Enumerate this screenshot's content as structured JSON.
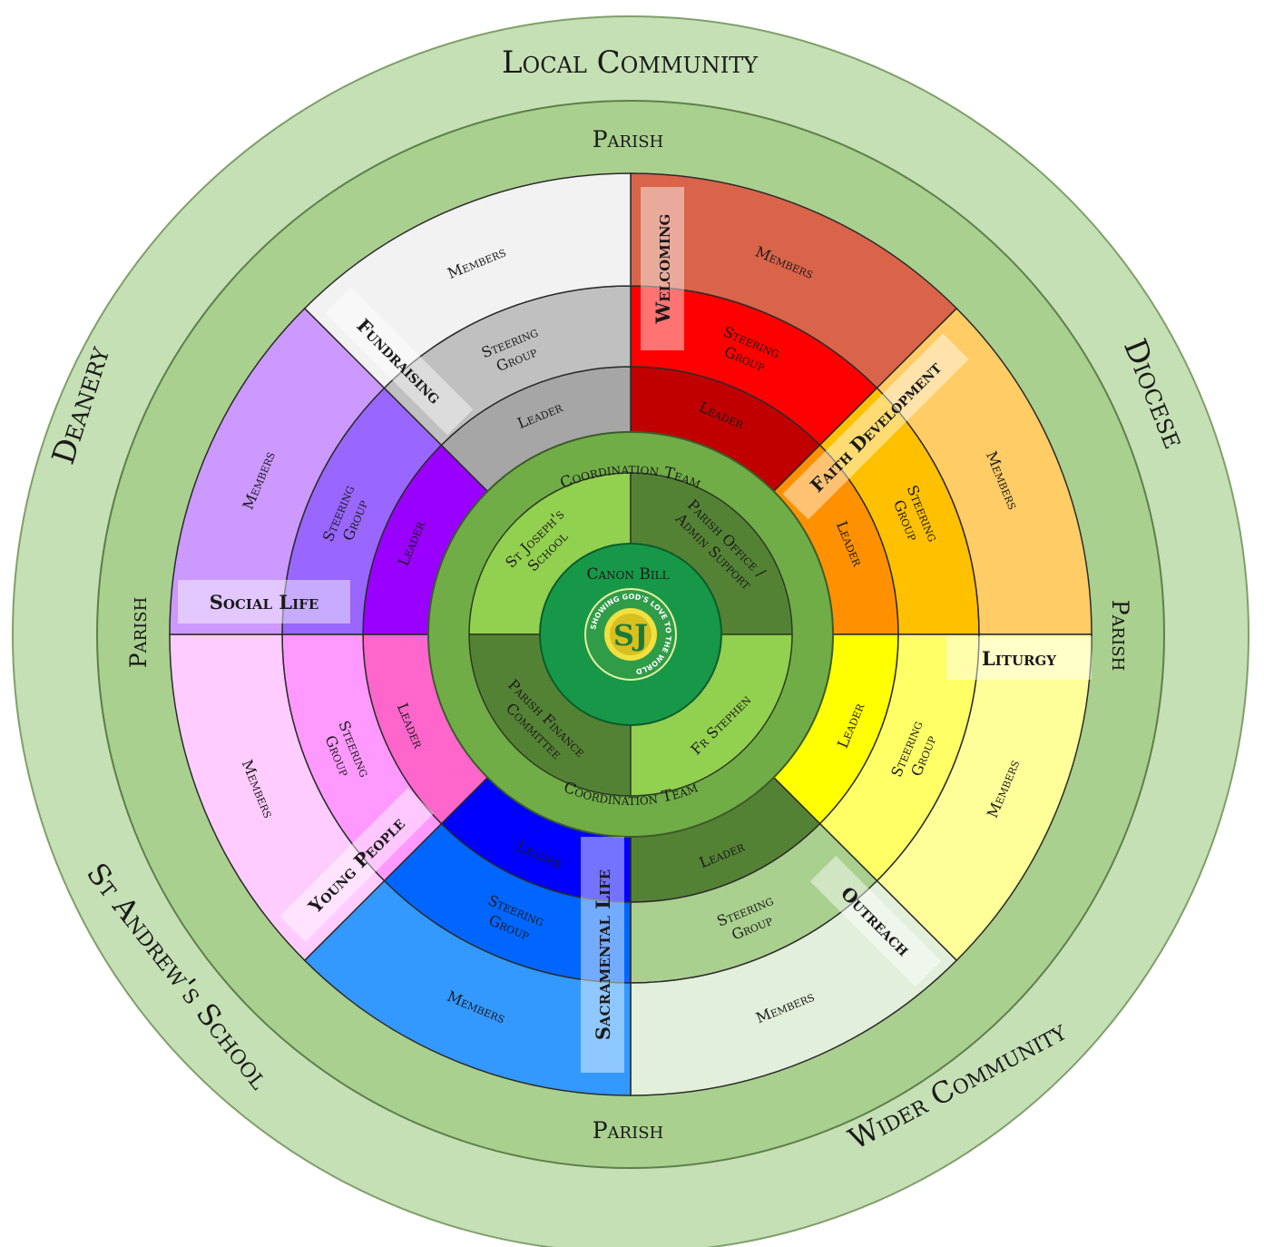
{
  "outer_ring": {
    "top": "Local Community",
    "left": "Deanery",
    "right": "Diocese",
    "bottom_left": "St Andrew's School",
    "bottom_right": "Wider Community"
  },
  "parish_ring": {
    "top": "Parish",
    "left": "Parish",
    "right": "Parish",
    "bottom": "Parish"
  },
  "ministries": [
    {
      "name": "Welcoming",
      "colors": {
        "leader": "#c00000",
        "steering": "#ff0000",
        "members": "#d9644a"
      },
      "leader": "Leader",
      "steering": [
        "Steering",
        "Group"
      ],
      "members": "Members"
    },
    {
      "name": "Faith Development",
      "colors": {
        "leader": "#ff9100",
        "steering": "#ffc000",
        "members": "#ffcc66"
      },
      "leader": "Leader",
      "steering": [
        "Steering",
        "Group"
      ],
      "members": "Members"
    },
    {
      "name": "Liturgy",
      "colors": {
        "leader": "#ffff00",
        "steering": "#ffff66",
        "members": "#ffff99"
      },
      "leader": "Leader",
      "steering": [
        "Steering",
        "Group"
      ],
      "members": "Members"
    },
    {
      "name": "Outreach",
      "colors": {
        "leader": "#548235",
        "steering": "#a9d08e",
        "members": "#e2efda"
      },
      "leader": "Leader",
      "steering": [
        "Steering",
        "Group"
      ],
      "members": "Members"
    },
    {
      "name": "Sacramental Life",
      "colors": {
        "leader": "#0000ff",
        "steering": "#0066ff",
        "members": "#3399ff"
      },
      "leader": "Leader",
      "steering": [
        "Steering",
        "Group"
      ],
      "members": "Members"
    },
    {
      "name": "Young People",
      "colors": {
        "leader": "#ff66cc",
        "steering": "#ff99ff",
        "members": "#ffccff"
      },
      "leader": "Leader",
      "steering": [
        "Steering",
        "Group"
      ],
      "members": "Members"
    },
    {
      "name": "Social Life",
      "colors": {
        "leader": "#9900ff",
        "steering": "#9966ff",
        "members": "#cc99ff"
      },
      "leader": "Leader",
      "steering": [
        "Steering",
        "Group"
      ],
      "members": "Members"
    },
    {
      "name": "Fundraising",
      "colors": {
        "leader": "#a6a6a6",
        "steering": "#c0c0c0",
        "members": "#f2f2f2"
      },
      "leader": "Leader",
      "steering": [
        "Steering",
        "Group"
      ],
      "members": "Members"
    }
  ],
  "coordination": {
    "top": "Coordination Team",
    "bottom": "Coordination Team",
    "quadrants": [
      {
        "lines": [
          "St Joseph's",
          "School"
        ]
      },
      {
        "lines": [
          "Parish Office /",
          "Admin Support"
        ]
      },
      {
        "lines": [
          "Parish Finance",
          "Committee"
        ]
      },
      {
        "lines": [
          "Fr Stephen"
        ]
      }
    ]
  },
  "center": {
    "title": "Canon Bill",
    "logo_text": "SHOWING GOD'S LOVE TO THE WORLD",
    "logo_mark": "SJ"
  },
  "colors": {
    "outer_ring": "#c5e0b4",
    "parish_ring": "#a9d08e",
    "coord_ring": "#70ad47",
    "quad_light": "#92d050",
    "quad_dark": "#548235",
    "center": "#169848"
  }
}
